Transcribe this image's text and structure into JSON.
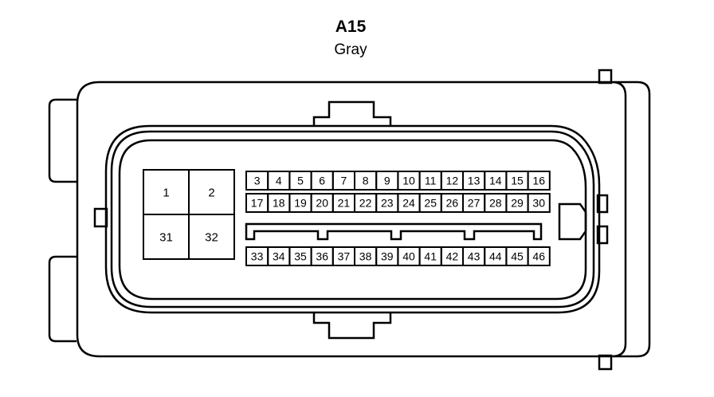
{
  "connector": {
    "code": "A15",
    "color": "Gray"
  },
  "large_pins": [
    "1",
    "2",
    "31",
    "32"
  ],
  "row1": [
    "3",
    "4",
    "5",
    "6",
    "7",
    "8",
    "9",
    "10",
    "11",
    "12",
    "13",
    "14",
    "15",
    "16"
  ],
  "row2": [
    "17",
    "18",
    "19",
    "20",
    "21",
    "22",
    "23",
    "24",
    "25",
    "26",
    "27",
    "28",
    "29",
    "30"
  ],
  "row3": [
    "33",
    "34",
    "35",
    "36",
    "37",
    "38",
    "39",
    "40",
    "41",
    "42",
    "43",
    "44",
    "45",
    "46"
  ],
  "colors": {
    "line": "#000000",
    "background": "#ffffff"
  }
}
